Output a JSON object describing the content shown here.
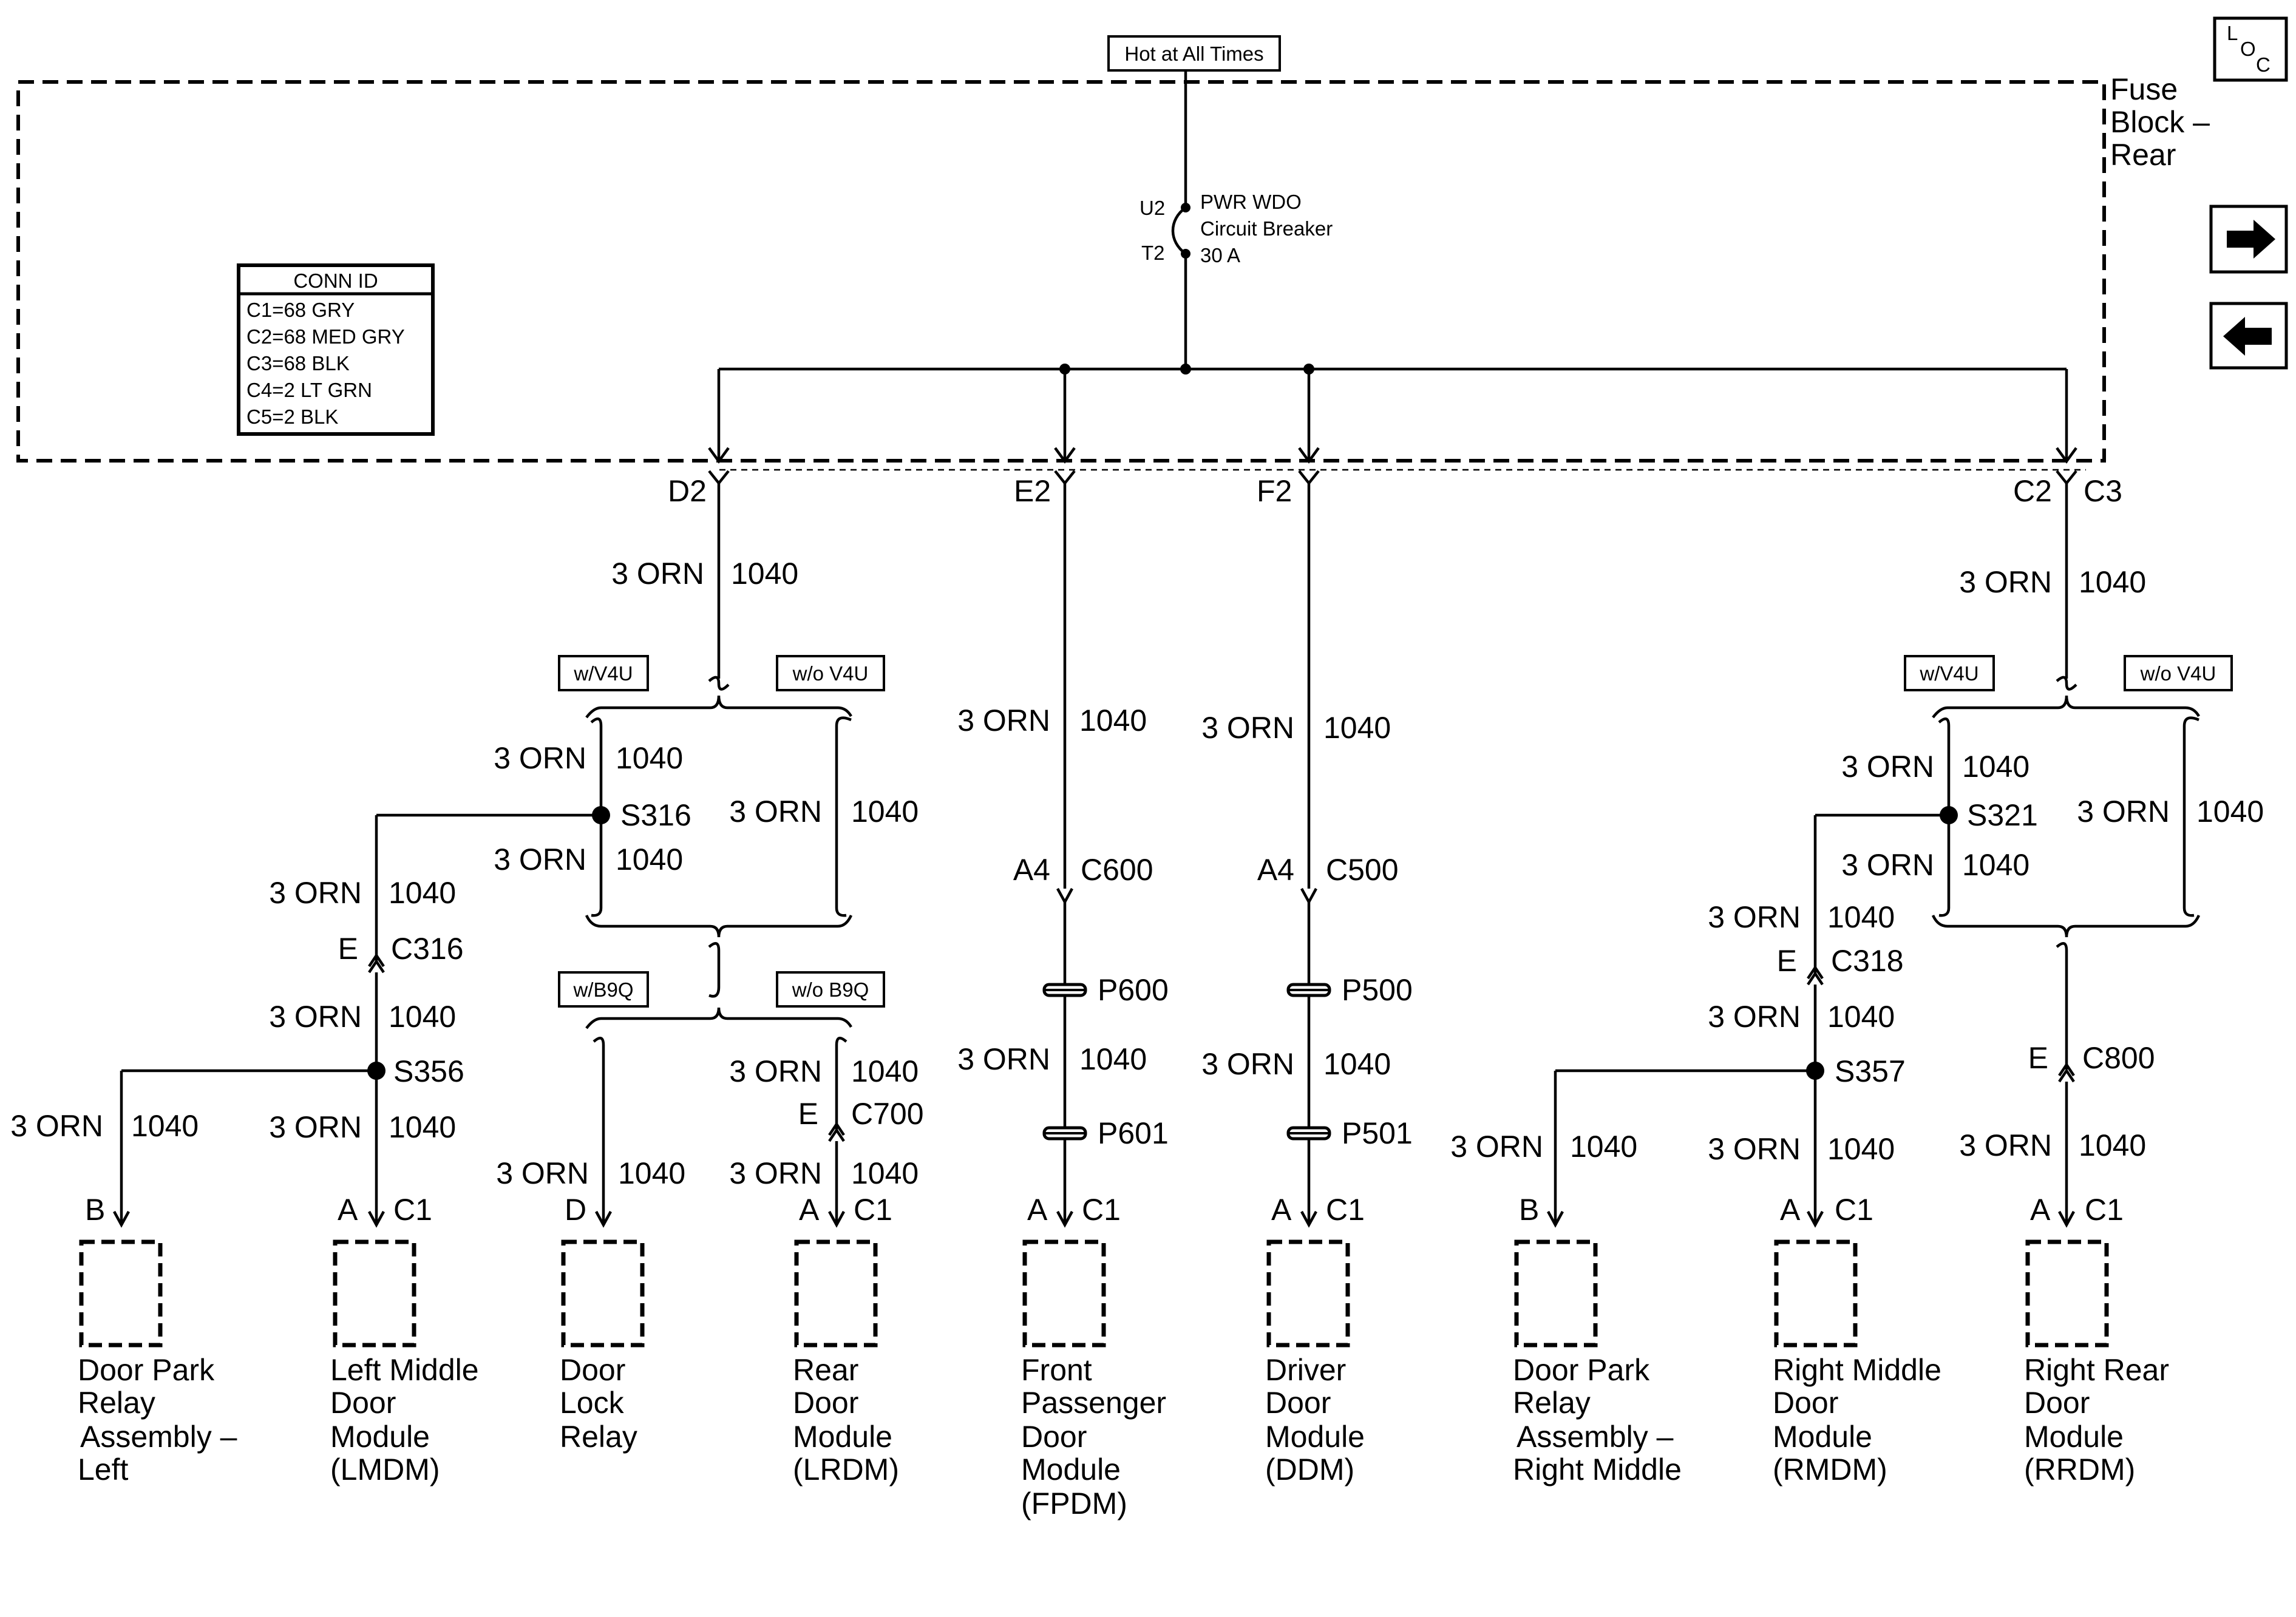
{
  "header": {
    "power_label": "Hot at All Times",
    "loc_glyph": [
      "L",
      "O",
      "C"
    ],
    "fuse_block_label": [
      "Fuse",
      "Block –",
      "Rear"
    ]
  },
  "breaker": {
    "pin_top": "U2",
    "pin_bottom": "T2",
    "label_lines": [
      "PWR WDO",
      "Circuit Breaker",
      "30 A"
    ]
  },
  "conn_id": {
    "title": "CONN ID",
    "rows": [
      "C1=68 GRY",
      "C2=68 MED GRY",
      "C3=68 BLK",
      "C4=2 LT GRN",
      "C5=2 BLK"
    ]
  },
  "wire": {
    "gauge_color": "3 ORN",
    "circuit": "1040"
  },
  "fuse_outputs": {
    "d2": "D2",
    "e2": "E2",
    "f2": "F2",
    "c2": "C2",
    "c3": "C3"
  },
  "options": {
    "with_v4u": "w/V4U",
    "without_v4u": "w/o V4U",
    "with_b9q": "w/B9Q",
    "without_b9q": "w/o B9Q"
  },
  "splices": {
    "s316": "S316",
    "s356": "S356",
    "s321": "S321",
    "s357": "S357"
  },
  "inline_connectors": {
    "c316": {
      "pin": "E",
      "name": "C316"
    },
    "c700": {
      "pin": "E",
      "name": "C700"
    },
    "c600": {
      "pin": "A4",
      "name": "C600"
    },
    "c500": {
      "pin": "A4",
      "name": "C500"
    },
    "c318": {
      "pin": "E",
      "name": "C318"
    },
    "c800": {
      "pin": "E",
      "name": "C800"
    }
  },
  "pass_throughs": {
    "p600": "P600",
    "p601": "P601",
    "p500": "P500",
    "p501": "P501"
  },
  "nav": {
    "forward_icon": "right-arrow-icon",
    "back_icon": "left-arrow-icon"
  },
  "components": [
    {
      "pin": "B",
      "connector": "",
      "lines": [
        "Door Park",
        "Relay",
        "Assembly –",
        "Left"
      ]
    },
    {
      "pin": "A",
      "connector": "C1",
      "lines": [
        "Left Middle",
        "Door",
        "Module",
        "(LMDM)"
      ]
    },
    {
      "pin": "D",
      "connector": "",
      "lines": [
        "Door",
        "Lock",
        "Relay"
      ]
    },
    {
      "pin": "A",
      "connector": "C1",
      "lines": [
        "Rear",
        "Door",
        "Module",
        "(LRDM)"
      ]
    },
    {
      "pin": "A",
      "connector": "C1",
      "lines": [
        "Front",
        "Passenger",
        "Door",
        "Module",
        "(FPDM)"
      ]
    },
    {
      "pin": "A",
      "connector": "C1",
      "lines": [
        "Driver",
        "Door",
        "Module",
        "(DDM)"
      ]
    },
    {
      "pin": "B",
      "connector": "",
      "lines": [
        "Door Park",
        "Relay",
        "Assembly –",
        "Right Middle"
      ]
    },
    {
      "pin": "A",
      "connector": "C1",
      "lines": [
        "Right Middle",
        "Door",
        "Module",
        "(RMDM)"
      ]
    },
    {
      "pin": "A",
      "connector": "C1",
      "lines": [
        "Right Rear",
        "Door",
        "Module",
        "(RRDM)"
      ]
    }
  ]
}
